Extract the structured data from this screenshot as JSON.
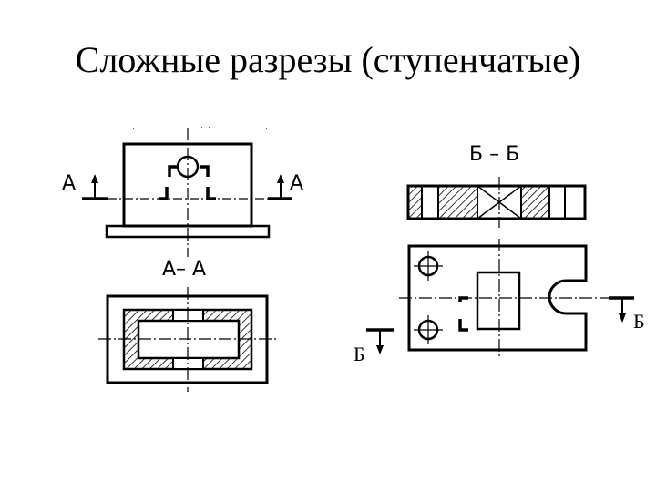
{
  "slide": {
    "title": "Сложные разрезы (ступенчатые)"
  },
  "drawing": {
    "left_view": {
      "cut_label_left": "А",
      "cut_label_right": "А",
      "section_title": "А– А"
    },
    "right_view": {
      "section_title": "Б – Б",
      "cut_label_left": "Б",
      "cut_label_right": "Б"
    }
  },
  "colors": {
    "ink": "#000000",
    "background": "#ffffff"
  }
}
